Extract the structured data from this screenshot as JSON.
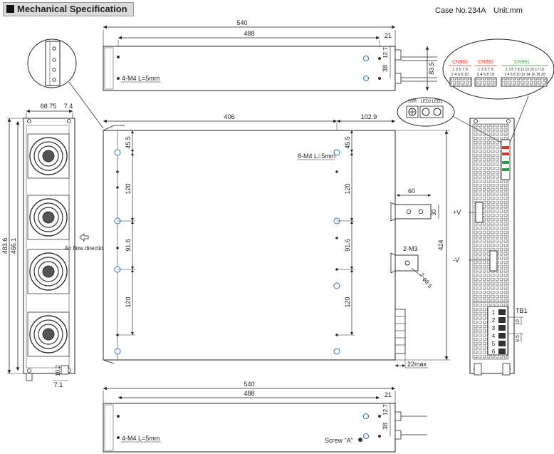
{
  "header": {
    "title": "Mechanical Specification",
    "case_no": "Case No.234A",
    "unit": "Unit:mm"
  },
  "top_view": {
    "overall_length": "540",
    "hole_span": "488",
    "end_offset": "21",
    "height": "83.5",
    "hole_pitch": "38",
    "hole_offset": "12.7",
    "screw_note": "4-M4 L=5mm"
  },
  "front_view": {
    "width": "68.75",
    "flange": "7.4",
    "overall_height": "483.6",
    "hole_height": "466.1",
    "foot_height": "10.2",
    "foot_width": "7.1",
    "airflow_label": "Air flow direction"
  },
  "side_view": {
    "dim_406": "406",
    "dim_102_9": "102.9",
    "dim_45_5_left": "45.5",
    "dim_45_5_right": "45.5",
    "dim_120_a": "120",
    "dim_91_6": "91.6",
    "dim_120_b": "120",
    "dim_120_c": "120",
    "dim_91_6_b": "91.6",
    "dim_120_d": "120",
    "screw_note": "8-M4 L=5mm",
    "height": "424",
    "bracket_width": "60",
    "bracket_height": "30",
    "mount_note": "2-M3",
    "hole_dia": "2-φ8.5",
    "depth_max": "22max"
  },
  "rear_view": {
    "svr_label": "SVR",
    "led2_label": "LED2",
    "led1_label": "LED1",
    "cn993_label": "CN993",
    "cn992_label": "CN992",
    "cn991_label": "CN991",
    "cn993_pins_top": "1 3 5 7 9",
    "cn993_pins_bottom": "2 4 6 8 10",
    "cn992_pins_top": "1 3 5 7 9",
    "cn992_pins_bottom": "2 4 6 8 10",
    "cn991_pins_top": "1 3 5 7 9 11 13 15 17 19",
    "cn991_pins_bottom": "2 4 6 8 10 12 14 16 18 20",
    "plus_v": "+V",
    "minus_v": "-V",
    "tb_label": "TB1",
    "tb_pins": [
      "1",
      "2",
      "3",
      "4",
      "5",
      "6"
    ],
    "tb_dim_a": "10",
    "tb_dim_b": "9.5",
    "colors": {
      "cn993": "#e0312b",
      "cn992": "#e0312b",
      "cn991": "#2e9e3a"
    }
  },
  "bottom_view": {
    "overall_length": "540",
    "hole_span": "488",
    "end_offset": "21",
    "hole_pitch": "38",
    "hole_offset": "12.7",
    "screw_note": "4-M4 L=5mm",
    "screw_a_note": "Screw \"A\""
  }
}
